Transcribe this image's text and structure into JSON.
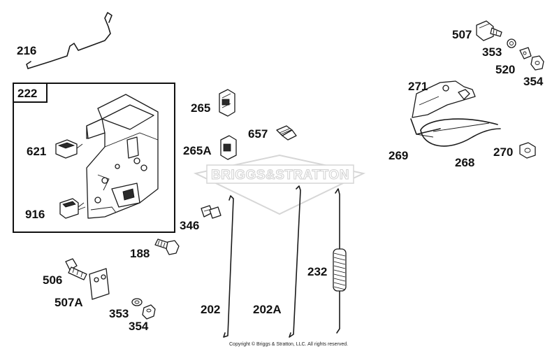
{
  "callouts": {
    "p216": "216",
    "p222": "222",
    "p621": "621",
    "p916": "916",
    "p265": "265",
    "p265A": "265A",
    "p657": "657",
    "p346": "346",
    "p188": "188",
    "p506": "506",
    "p507A": "507A",
    "p353b": "353",
    "p354b": "354",
    "p202": "202",
    "p202A": "202A",
    "p232": "232",
    "p507": "507",
    "p353a": "353",
    "p520": "520",
    "p354a": "354",
    "p271": "271",
    "p269": "269",
    "p268": "268",
    "p270": "270"
  },
  "watermark": {
    "text": "BRIGGS&STRATTON"
  },
  "copyright": "Copyright © Briggs & Stratton, LLC. All rights reserved."
}
